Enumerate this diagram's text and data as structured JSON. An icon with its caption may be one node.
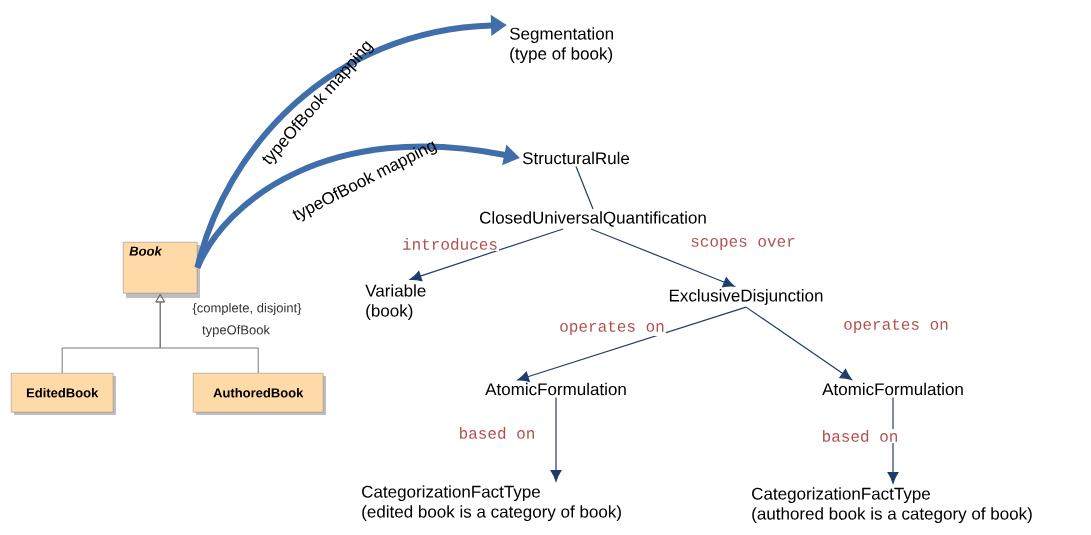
{
  "diagram": {
    "nodes": [
      {
        "text": [
          "Book"
        ]
      },
      {
        "text": [
          "EditedBook"
        ]
      },
      {
        "text": [
          "AuthoredBook"
        ]
      },
      {
        "text": [
          "Segmentation",
          "(type of book)"
        ]
      },
      {
        "text": [
          "StructuralRule"
        ]
      },
      {
        "text": [
          "ClosedUniversalQuantification"
        ]
      },
      {
        "text": [
          "Variable",
          "(book)"
        ]
      },
      {
        "text": [
          "ExclusiveDisjunction"
        ]
      },
      {
        "text": [
          "AtomicFormulation"
        ]
      },
      {
        "text": [
          "AtomicFormulation"
        ]
      },
      {
        "text": [
          "CategorizationFactType",
          "(edited book is a category of book)"
        ]
      },
      {
        "text": [
          "CategorizationFactType",
          "(authored book is a category of book)"
        ]
      }
    ],
    "edges": [
      {
        "from": 1,
        "to": 0,
        "arrow": "to",
        "color": "#666666"
      },
      {
        "from": 2,
        "to": 0,
        "arrow": "to",
        "color": "#666666"
      },
      {
        "from": 0,
        "to": 3,
        "arrow": "to",
        "label": "typeOfBook mapping",
        "style": "thick",
        "color": "#3f6eab"
      },
      {
        "from": 0,
        "to": 4,
        "arrow": "to",
        "label": "typeOfBook mapping",
        "style": "thick",
        "color": "#3f6eab"
      },
      {
        "from": 4,
        "to": 5,
        "arrow": "none"
      },
      {
        "from": 5,
        "to": 6,
        "arrow": "to",
        "label": "introduces"
      },
      {
        "from": 5,
        "to": 7,
        "arrow": "to",
        "label": "scopes over"
      },
      {
        "from": 7,
        "to": 8,
        "arrow": "to",
        "label": "operates on"
      },
      {
        "from": 7,
        "to": 9,
        "arrow": "to",
        "label": "operates on"
      },
      {
        "from": 8,
        "to": 10,
        "arrow": "to",
        "label": "based on"
      },
      {
        "from": 9,
        "to": 11,
        "arrow": "to",
        "label": "based on"
      }
    ],
    "labels": [
      "{complete, disjoint}",
      "typeOfBook"
    ]
  }
}
